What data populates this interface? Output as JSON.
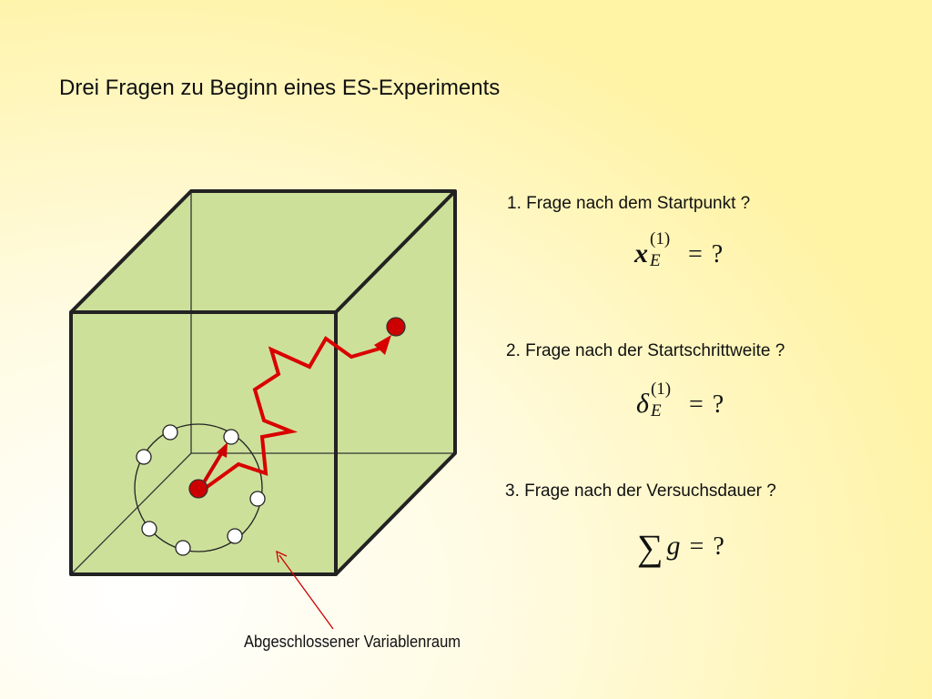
{
  "title": "Drei Fragen zu Beginn eines ES-Experiments",
  "questions": [
    {
      "label": "1. Frage nach dem Startpunkt ?",
      "formula": {
        "symbol": "x",
        "sup": "(1)",
        "sub": "E",
        "rhs": "?"
      }
    },
    {
      "label": "2. Frage nach der Startschrittweite ?",
      "formula": {
        "symbol": "δ",
        "sup": "(1)",
        "sub": "E",
        "rhs": "?"
      }
    },
    {
      "label": "3. Frage nach der Versuchsdauer ?",
      "formula": {
        "symbol": "∑",
        "variable": "g",
        "rhs": "?"
      }
    }
  ],
  "equals_sign": "=",
  "diagram": {
    "caption": "Abgeschlossener Variablenraum",
    "colors": {
      "cube_fill": "#cde09a",
      "cube_edge": "#222222",
      "path": "#d90000",
      "point": "#cc0000",
      "arrow": "#cc0000"
    }
  }
}
